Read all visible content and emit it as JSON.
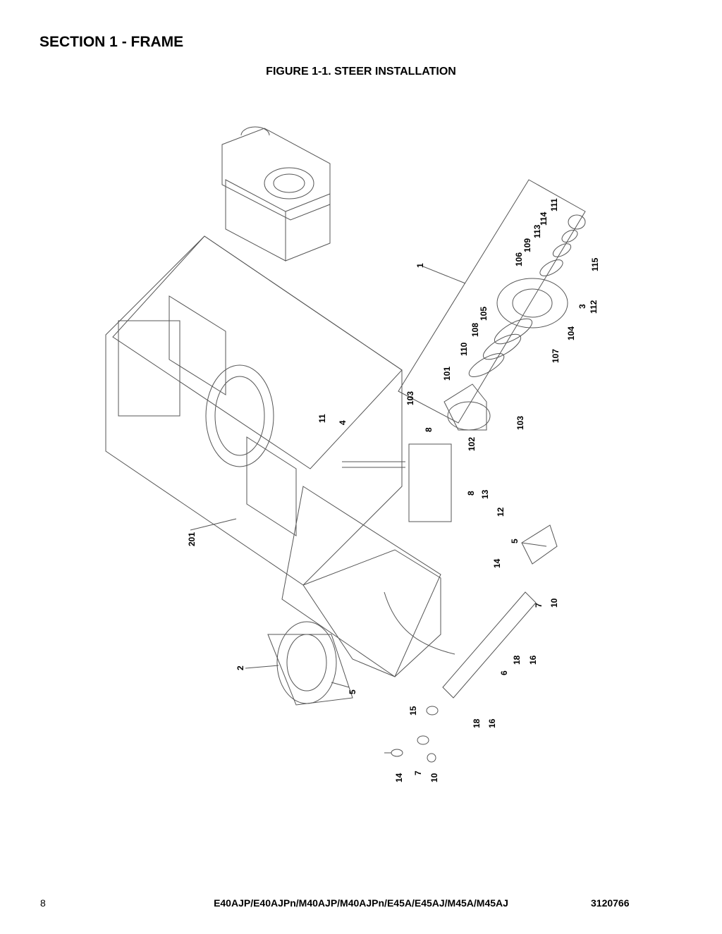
{
  "header": {
    "section_title": "SECTION 1 - FRAME",
    "figure_title": "FIGURE 1-1. STEER INSTALLATION"
  },
  "footer": {
    "page_number": "8",
    "models": "E40AJP/E40AJPn/M40AJP/M40AJPn/E45A/E45AJ/M45A/M45AJ",
    "doc_number": "3120766"
  },
  "callouts": [
    {
      "id": "c-1",
      "text": "1"
    },
    {
      "id": "c-111",
      "text": "111"
    },
    {
      "id": "c-114",
      "text": "114"
    },
    {
      "id": "c-113",
      "text": "113"
    },
    {
      "id": "c-109",
      "text": "109"
    },
    {
      "id": "c-106",
      "text": "106"
    },
    {
      "id": "c-115",
      "text": "115"
    },
    {
      "id": "c-3",
      "text": "3"
    },
    {
      "id": "c-112",
      "text": "112"
    },
    {
      "id": "c-104",
      "text": "104"
    },
    {
      "id": "c-105",
      "text": "105"
    },
    {
      "id": "c-108",
      "text": "108"
    },
    {
      "id": "c-110",
      "text": "110"
    },
    {
      "id": "c-107",
      "text": "107"
    },
    {
      "id": "c-101",
      "text": "101"
    },
    {
      "id": "c-103a",
      "text": "103"
    },
    {
      "id": "c-103b",
      "text": "103"
    },
    {
      "id": "c-102",
      "text": "102"
    },
    {
      "id": "c-11",
      "text": "11"
    },
    {
      "id": "c-4",
      "text": "4"
    },
    {
      "id": "c-8a",
      "text": "8"
    },
    {
      "id": "c-8b",
      "text": "8"
    },
    {
      "id": "c-13",
      "text": "13"
    },
    {
      "id": "c-12",
      "text": "12"
    },
    {
      "id": "c-201",
      "text": "201"
    },
    {
      "id": "c-5a",
      "text": "5"
    },
    {
      "id": "c-14a",
      "text": "14"
    },
    {
      "id": "c-7a",
      "text": "7"
    },
    {
      "id": "c-10a",
      "text": "10"
    },
    {
      "id": "c-18a",
      "text": "18"
    },
    {
      "id": "c-16a",
      "text": "16"
    },
    {
      "id": "c-6",
      "text": "6"
    },
    {
      "id": "c-2",
      "text": "2"
    },
    {
      "id": "c-5b",
      "text": "5"
    },
    {
      "id": "c-15",
      "text": "15"
    },
    {
      "id": "c-18b",
      "text": "18"
    },
    {
      "id": "c-16b",
      "text": "16"
    },
    {
      "id": "c-14b",
      "text": "14"
    },
    {
      "id": "c-7b",
      "text": "7"
    },
    {
      "id": "c-10b",
      "text": "10"
    }
  ]
}
